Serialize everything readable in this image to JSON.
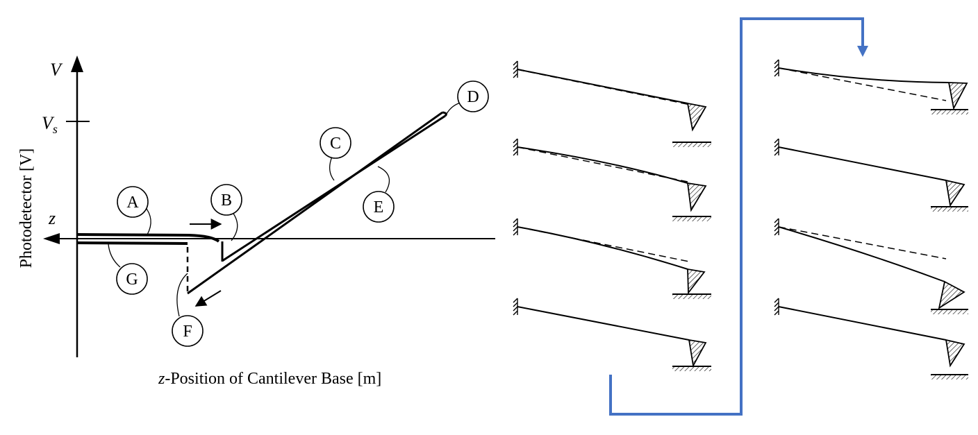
{
  "graph": {
    "y_axis_symbol": "V",
    "vs_main": "V",
    "vs_sub": "s",
    "x_axis_symbol": "z",
    "y_axis_label": "Photodetector [V]",
    "x_label_italic": "z",
    "x_label_rest": "-Position of Cantilever Base [m]",
    "stage_labels": [
      "A",
      "B",
      "C",
      "D",
      "E",
      "F",
      "G"
    ]
  },
  "cantilever_panels": {
    "left_column_count": 4,
    "right_column_count": 4,
    "connector_color": "#4472C4"
  }
}
